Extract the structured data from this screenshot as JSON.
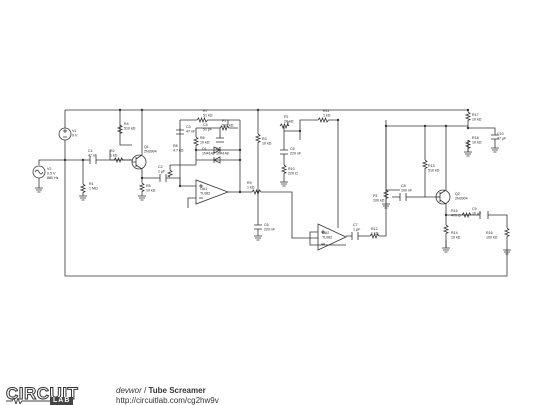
{
  "footer": {
    "logo_text": "CIRCUIT",
    "logo_sub": "LAB",
    "author": "devwor",
    "separator": " / ",
    "title": "Tube Screamer",
    "url": "http://circuitlab.com/cg2hw9v"
  },
  "components": [
    {
      "id": "V1",
      "line1": "V1",
      "line2": "9 V"
    },
    {
      "id": "V2",
      "line1": "V2",
      "line2": "0.5 V",
      "line3": "880 Hz"
    },
    {
      "id": "C1",
      "line1": "C1",
      "line2": "47 nF"
    },
    {
      "id": "R1",
      "line1": "R1",
      "line2": "1 MΩ"
    },
    {
      "id": "R2",
      "line1": "R2",
      "line2": "1 kΩ"
    },
    {
      "id": "R4",
      "line1": "R4",
      "line2": "510 kΩ"
    },
    {
      "id": "R5",
      "line1": "R5",
      "line2": "10 kΩ"
    },
    {
      "id": "Q1",
      "line1": "Q1",
      "line2": "2N3904"
    },
    {
      "id": "C2",
      "line1": "C2",
      "line2": "1 µF"
    },
    {
      "id": "R6",
      "line1": "R6",
      "line2": "10 kΩ"
    },
    {
      "id": "R7",
      "line1": "R7",
      "line2": "51 kΩ"
    },
    {
      "id": "C3",
      "line1": "C3",
      "line2": "47 nF"
    },
    {
      "id": "C4",
      "line1": "C4",
      "line2": "51 pF"
    },
    {
      "id": "P1",
      "line1": "P1",
      "line2": "500 kΩ"
    },
    {
      "id": "R8",
      "line1": "R8",
      "line2": "4.7 kΩ"
    },
    {
      "id": "D1",
      "line1": "D1",
      "line2": "1N4148"
    },
    {
      "id": "D2",
      "line1": "D2",
      "line2": "1N4148"
    },
    {
      "id": "OA1",
      "line1": "OA1",
      "line2": "TL082"
    },
    {
      "id": "R9",
      "line1": "R9",
      "line2": "1 kΩ"
    },
    {
      "id": "R3",
      "line1": "R3",
      "line2": "10 kΩ"
    },
    {
      "id": "C6",
      "line1": "C6",
      "line2": "220 nF"
    },
    {
      "id": "P2",
      "line1": "P2",
      "line2": "20 kΩ"
    },
    {
      "id": "C5",
      "line1": "C5",
      "line2": "220 nF"
    },
    {
      "id": "R10",
      "line1": "R10",
      "line2": "220 Ω"
    },
    {
      "id": "R11",
      "line1": "R11",
      "line2": "1 kΩ"
    },
    {
      "id": "OA2",
      "line1": "OA2",
      "line2": "TL082"
    },
    {
      "id": "C7",
      "line1": "C7",
      "line2": "1 µF"
    },
    {
      "id": "R12",
      "line1": "R12",
      "line2": "1 kΩ"
    },
    {
      "id": "P3",
      "line1": "P3",
      "line2": "100 kΩ"
    },
    {
      "id": "C8",
      "line1": "C8",
      "line2": "100 nF"
    },
    {
      "id": "R13",
      "line1": "R13",
      "line2": "510 kΩ"
    },
    {
      "id": "Q2",
      "line1": "Q2",
      "line2": "2N3904"
    },
    {
      "id": "R14",
      "line1": "R14",
      "line2": "10 kΩ"
    },
    {
      "id": "R15",
      "line1": "R15",
      "line2": "470 Ω"
    },
    {
      "id": "C9",
      "line1": "C9",
      "line2": "10 µF"
    },
    {
      "id": "R16",
      "line1": "R16",
      "line2": "100 kΩ"
    },
    {
      "id": "R17",
      "line1": "R17",
      "line2": "10 kΩ"
    },
    {
      "id": "R18",
      "line1": "R18",
      "line2": "10 kΩ"
    },
    {
      "id": "C10",
      "line1": "C10",
      "line2": "47 µF"
    }
  ]
}
